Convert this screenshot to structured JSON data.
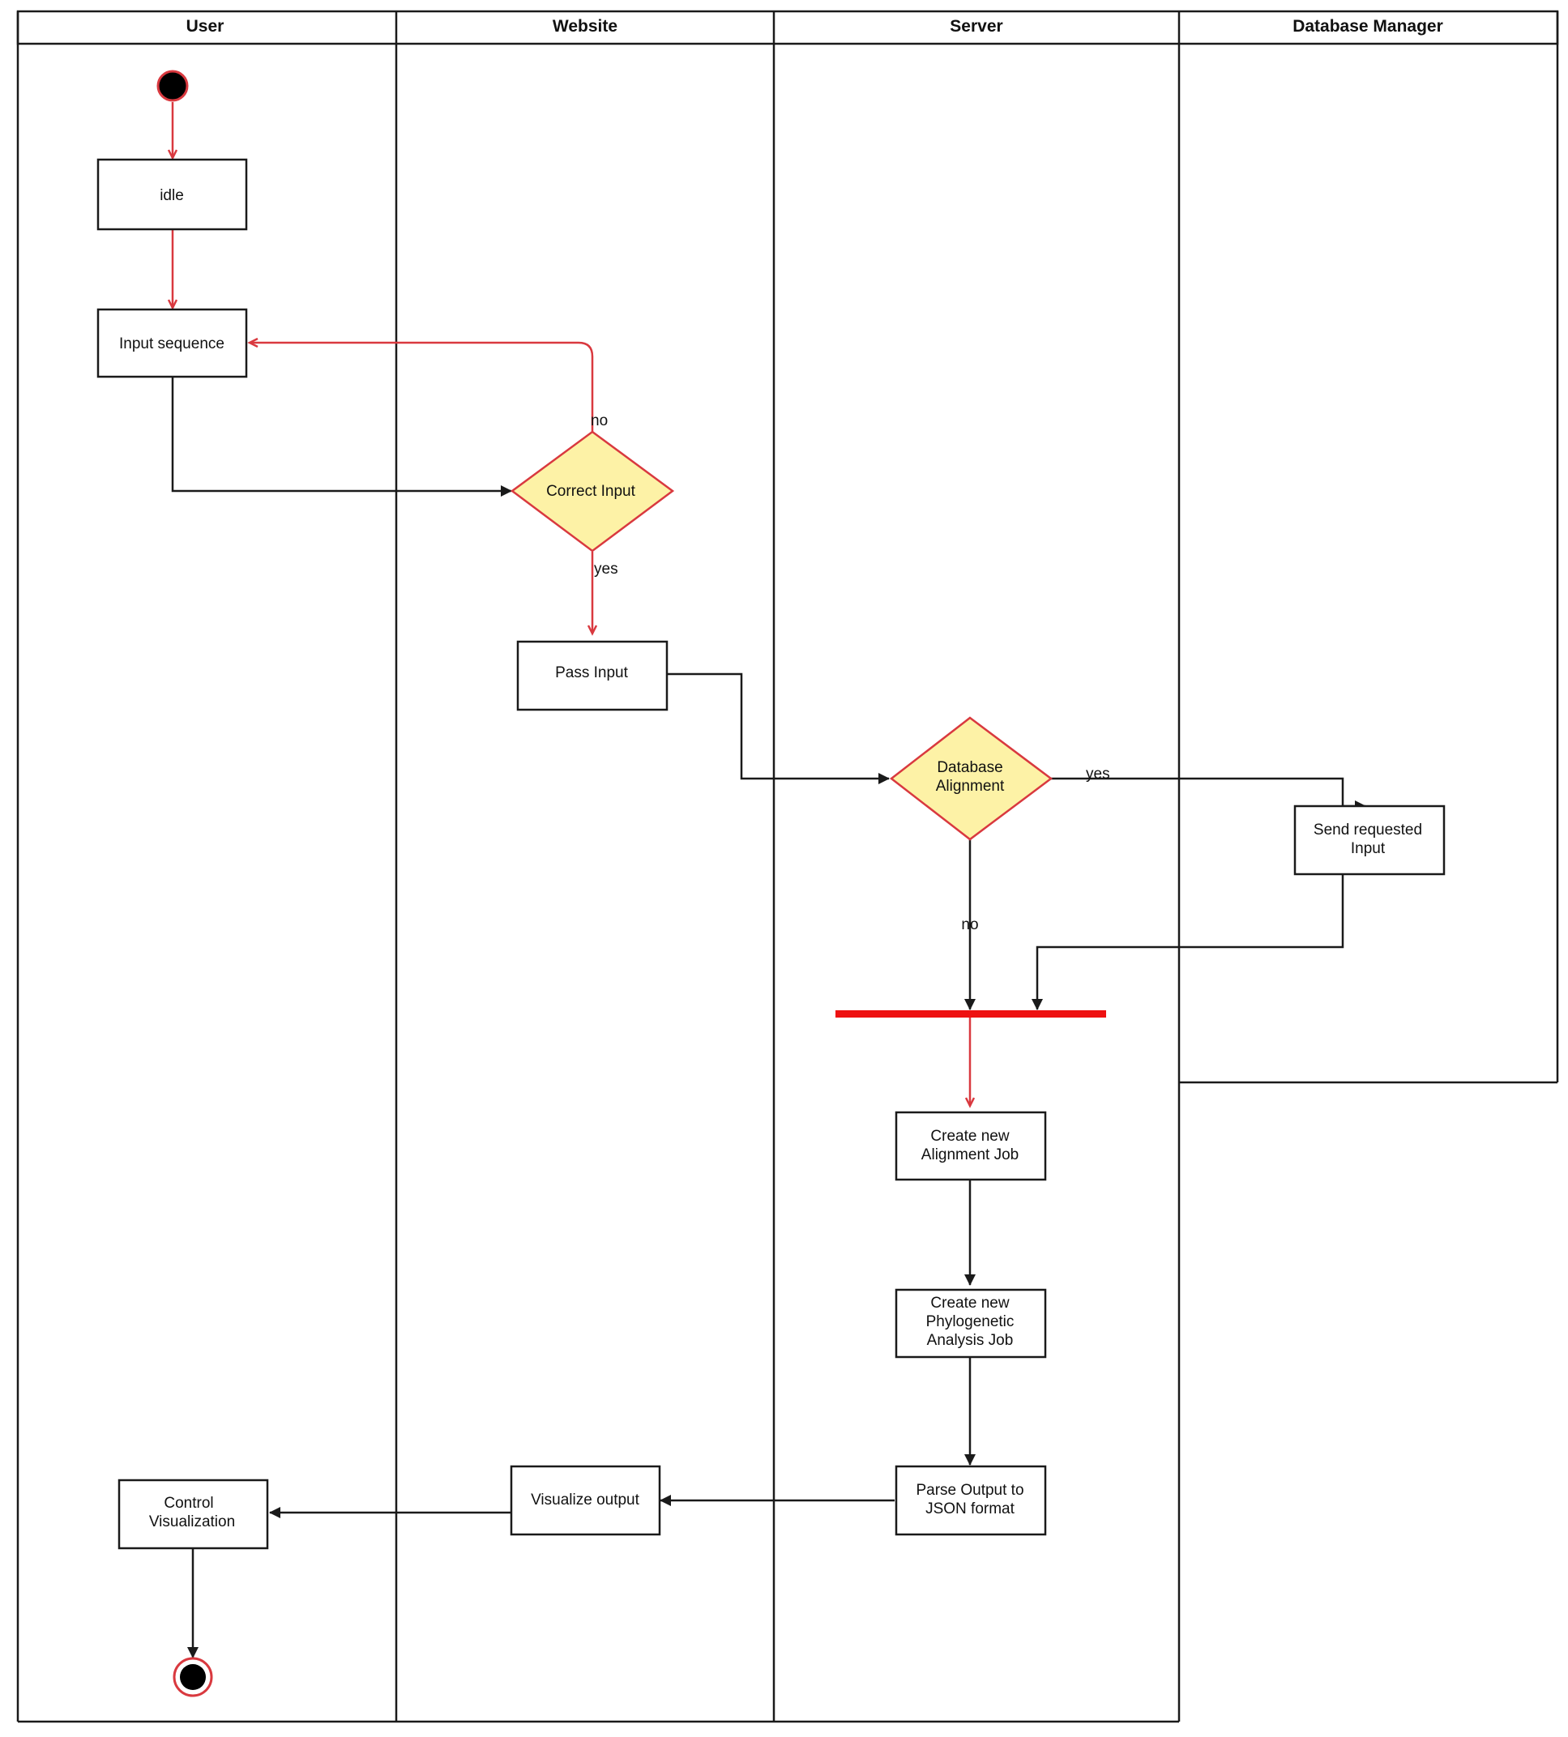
{
  "colors": {
    "flow_red": "#d9393f",
    "flow_black": "#1a1a1a",
    "decision_fill": "#fdf2a6",
    "decision_stroke": "#d9393f",
    "sync_bar": "#ee1111",
    "initial_node": "#000000"
  },
  "lanes": {
    "user": "User",
    "website": "Website",
    "server": "Server",
    "database_manager": "Database Manager"
  },
  "nodes": {
    "idle": "idle",
    "input_sequence": "Input sequence",
    "correct_input": "Correct Input",
    "pass_input": "Pass Input",
    "database_alignment": [
      "Database",
      "Alignment"
    ],
    "send_requested_input": [
      "Send requested",
      "Input"
    ],
    "create_alignment_job": [
      "Create new",
      "Alignment Job"
    ],
    "create_phylogenetic_job": [
      "Create new",
      "Phylogenetic",
      "Analysis Job"
    ],
    "parse_output": [
      "Parse Output to",
      "JSON format"
    ],
    "visualize_output": "Visualize output",
    "control_visualization": [
      "Control",
      "Visualization"
    ]
  },
  "edge_labels": {
    "correct_no": "no",
    "correct_yes": "yes",
    "alignment_yes": "yes",
    "alignment_no": "no"
  }
}
